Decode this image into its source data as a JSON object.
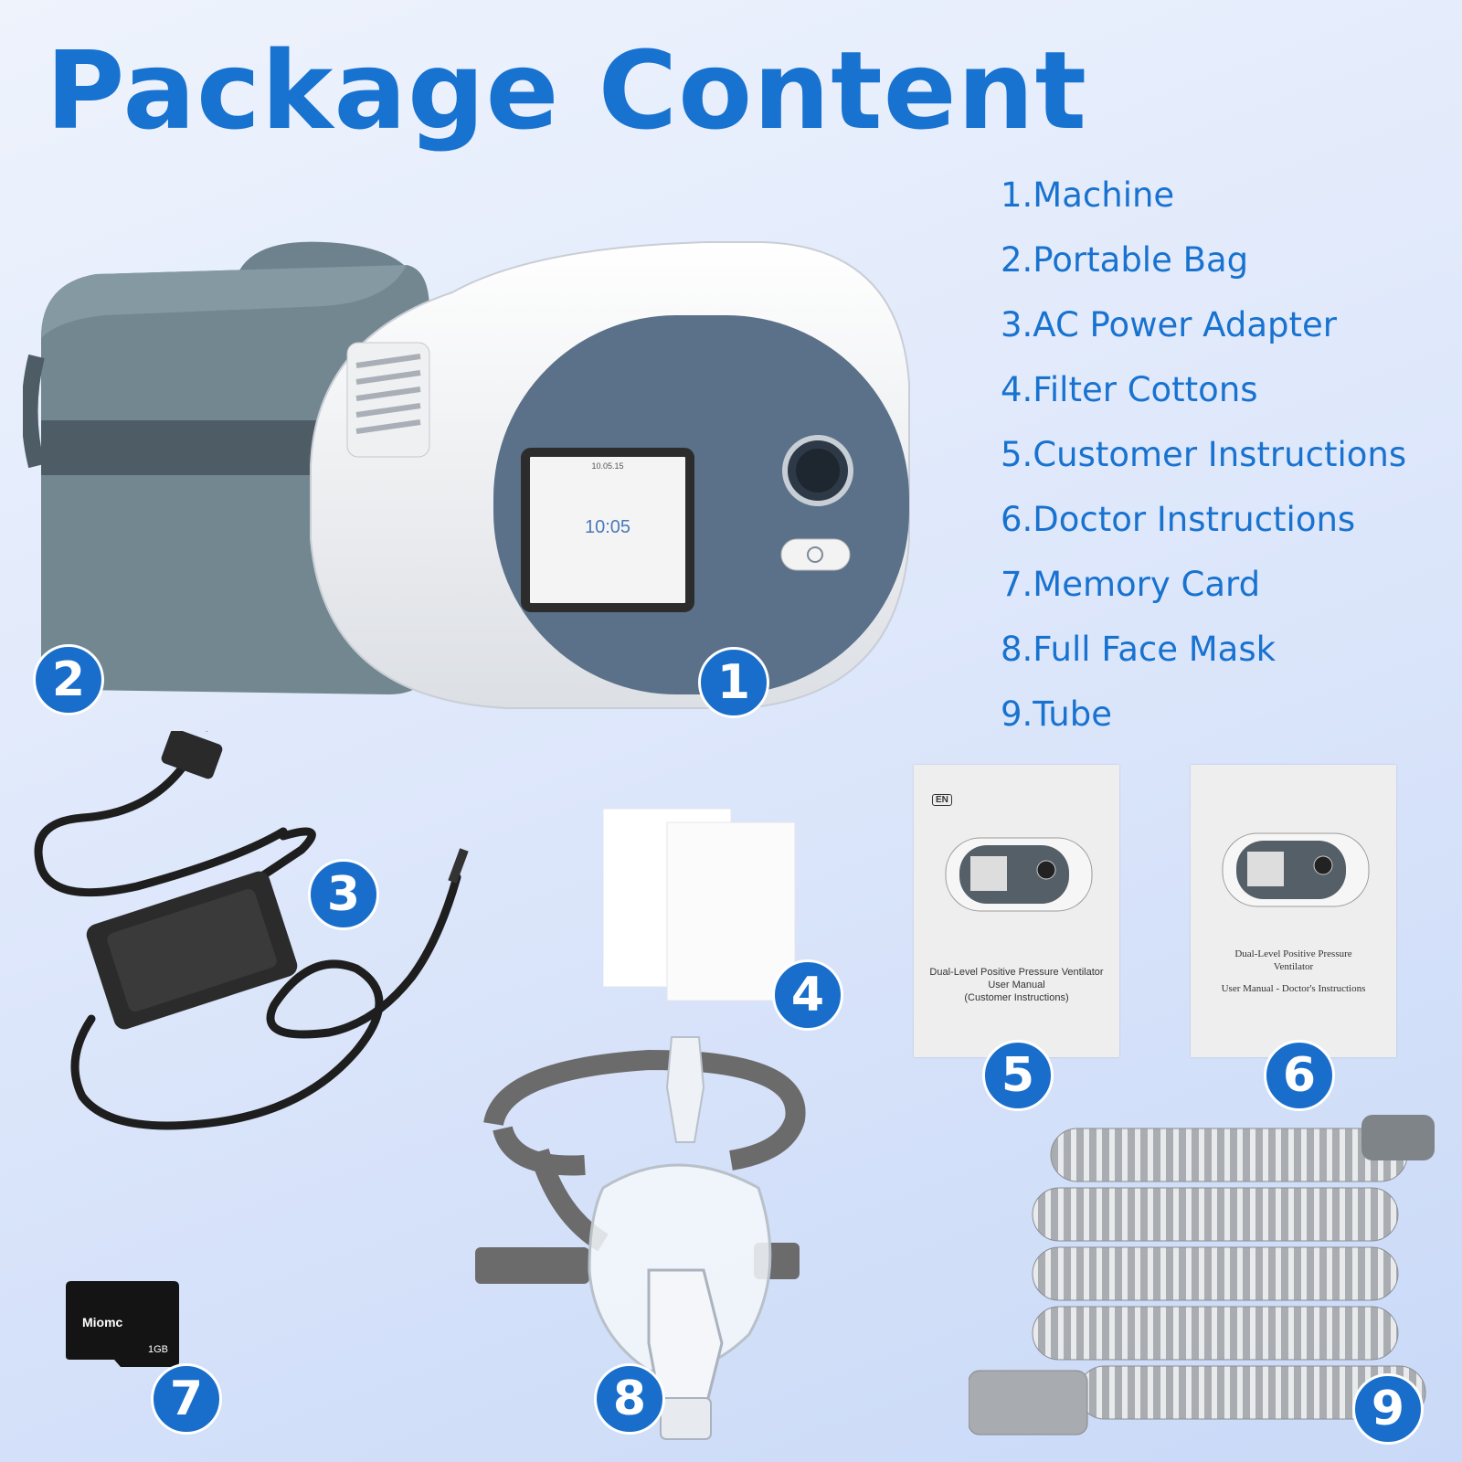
{
  "title": "Package Content",
  "items": [
    {
      "label": "1.Machine"
    },
    {
      "label": "2.Portable Bag"
    },
    {
      "label": "3.AC Power Adapter"
    },
    {
      "label": "4.Filter Cottons"
    },
    {
      "label": "5.Customer Instructions"
    },
    {
      "label": "6.Doctor Instructions"
    },
    {
      "label": "7.Memory Card"
    },
    {
      "label": "8.Full Face Mask"
    },
    {
      "label": "9.Tube"
    }
  ],
  "badges": [
    "1",
    "2",
    "3",
    "4",
    "5",
    "6",
    "7",
    "8",
    "9"
  ],
  "machine_screen": {
    "time": "10:05",
    "top": "10.05.15"
  },
  "memory_card": {
    "brand": "Miomc",
    "capacity": "1GB"
  },
  "manual_customer": {
    "tag": "EN",
    "lines": [
      "Dual-Level Positive Pressure Ventilator",
      "User Manual",
      "(Customer Instructions)"
    ]
  },
  "manual_doctor": {
    "lines": [
      "Dual-Level Positive Pressure",
      "Ventilator",
      "User Manual - Doctor's Instructions"
    ]
  },
  "colors": {
    "accent": "#1872d0",
    "badge": "#1a6ecb",
    "bag": "#6f8590",
    "machine_panel": "#566e86"
  }
}
